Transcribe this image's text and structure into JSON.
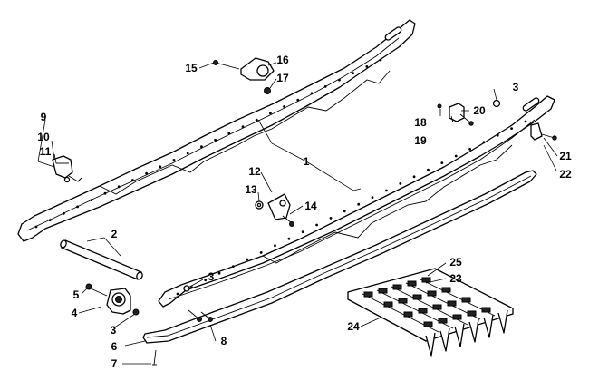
{
  "diagram": {
    "callouts": [
      {
        "id": "c1",
        "text": "1"
      },
      {
        "id": "c2",
        "text": "2"
      },
      {
        "id": "c3a",
        "text": "3"
      },
      {
        "id": "c3b",
        "text": "3"
      },
      {
        "id": "c3c",
        "text": "3"
      },
      {
        "id": "c4",
        "text": "4"
      },
      {
        "id": "c5",
        "text": "5"
      },
      {
        "id": "c6",
        "text": "6"
      },
      {
        "id": "c7",
        "text": "7"
      },
      {
        "id": "c8",
        "text": "8"
      },
      {
        "id": "c9",
        "text": "9"
      },
      {
        "id": "c10",
        "text": "10"
      },
      {
        "id": "c11",
        "text": "11"
      },
      {
        "id": "c12",
        "text": "12"
      },
      {
        "id": "c13",
        "text": "13"
      },
      {
        "id": "c14",
        "text": "14"
      },
      {
        "id": "c15",
        "text": "15"
      },
      {
        "id": "c16",
        "text": "16"
      },
      {
        "id": "c17",
        "text": "17"
      },
      {
        "id": "c18",
        "text": "18"
      },
      {
        "id": "c19",
        "text": "19"
      },
      {
        "id": "c20",
        "text": "20"
      },
      {
        "id": "c21",
        "text": "21"
      },
      {
        "id": "c22",
        "text": "22"
      },
      {
        "id": "c23",
        "text": "23"
      },
      {
        "id": "c24",
        "text": "24"
      },
      {
        "id": "c25",
        "text": "25"
      }
    ]
  }
}
